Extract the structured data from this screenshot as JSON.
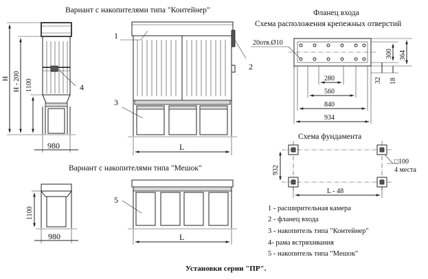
{
  "titles": {
    "variant_container": "Вариант с накопителями типа \"Контейнер\"",
    "inlet_flange": "Фланец входа",
    "hole_scheme": "Схема расположения крепежных отверстий",
    "foundation_scheme": "Схема фундамента",
    "variant_bag": "Вариант с накопителями типа \"Мешок\"",
    "caption": "Установки серии \"ПР\"."
  },
  "dims": {
    "H": "H",
    "H_minus_200": "H - 200",
    "h1100": "1100",
    "w980": "980",
    "L": "L",
    "holes": "20отв.Ø10",
    "d280": "280",
    "d560": "560",
    "d840": "840",
    "d934": "934",
    "d300": "300",
    "d364": "364",
    "d32": "32",
    "d18": "18",
    "d932": "932",
    "L_minus_48": "L - 48",
    "sq100": "□100",
    "places": "4 места",
    "bag_h1100": "1100",
    "bag_w980": "980",
    "bag_L": "L"
  },
  "callouts": [
    "1",
    "2",
    "3",
    "4",
    "5"
  ],
  "legend": [
    "1 - расширительная камера",
    "2 - фланец входа",
    "3 - накопитель типа \"Контейнер\"",
    "4- рама встряхивания",
    "5 - накопитель типа \"Мешок\""
  ]
}
